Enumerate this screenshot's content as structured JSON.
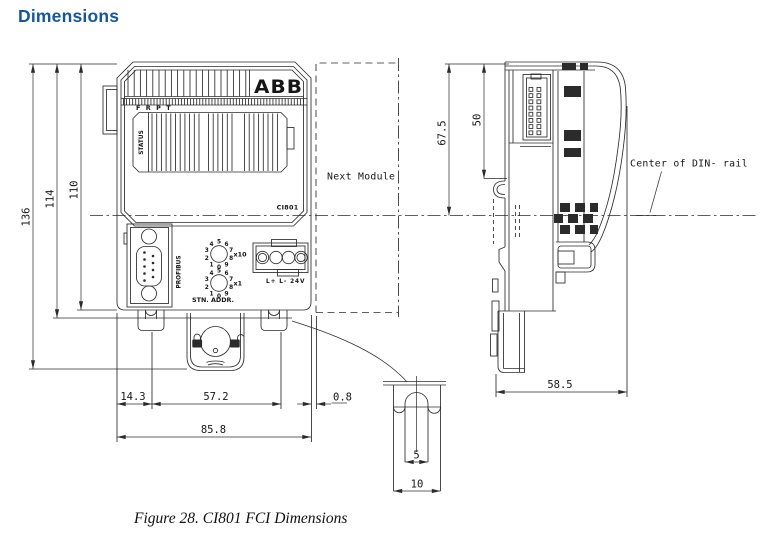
{
  "header": {
    "title": "Dimensions"
  },
  "caption": "Figure 28. CI801 FCI Dimensions",
  "front_view": {
    "brand": "ABB",
    "led_labels": "F R P T",
    "status_label": "STATUS",
    "model": "CI801",
    "profibus_label": "PROFIBUS",
    "switch_digits": [
      "0",
      "1",
      "2",
      "3",
      "4",
      "5",
      "6",
      "7",
      "8",
      "9"
    ],
    "x10_label": "x10",
    "x1_label": "x1",
    "stn_addr_label": "STN. ADDR.",
    "terminal_label": "L+ L- 24V",
    "dim_136": "136",
    "dim_114": "114",
    "dim_110": "110",
    "dim_14_3": "14.3",
    "dim_57_2": "57.2",
    "dim_0_8": "0.8",
    "dim_85_8": "85.8"
  },
  "next_module": {
    "label": "Next Module"
  },
  "side_view": {
    "dim_67_5": "67.5",
    "dim_50": "50",
    "dim_58_5": "58.5",
    "din_rail_label": "Center of DIN- rail"
  },
  "detail_view": {
    "dim_5": "5",
    "dim_10": "10"
  },
  "colors": {
    "heading": "#18569b",
    "abb_red": "#9d2b24",
    "line": "#2b2b2b"
  }
}
